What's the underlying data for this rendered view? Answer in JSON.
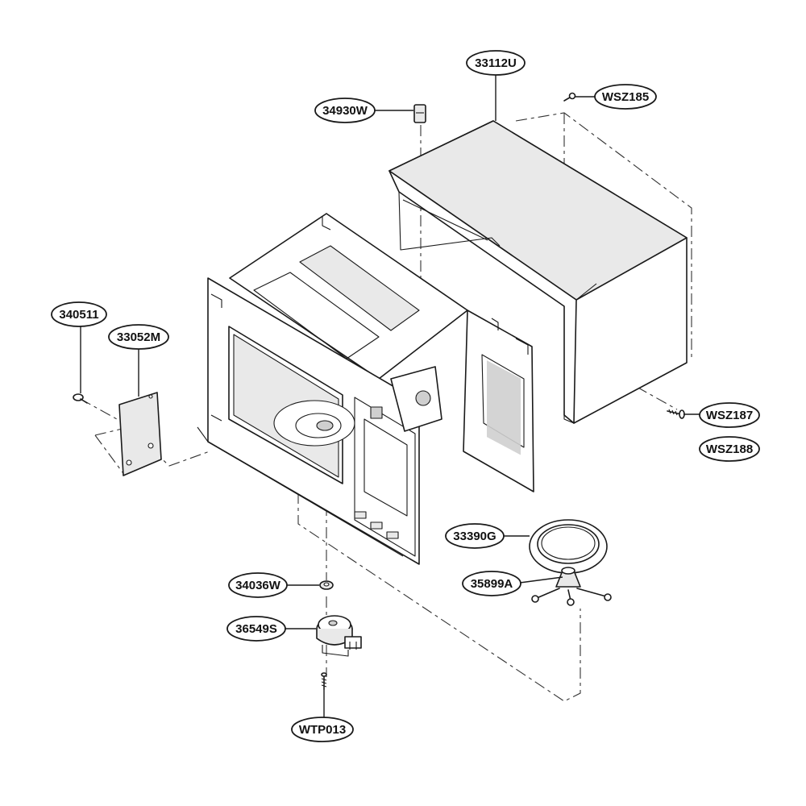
{
  "callouts": [
    {
      "id": "outer-case",
      "label": "33112U"
    },
    {
      "id": "screw-top",
      "label": "WSZ185"
    },
    {
      "id": "switch",
      "label": "34930W"
    },
    {
      "id": "screw-side",
      "label": "340511"
    },
    {
      "id": "cover-plate",
      "label": "33052M"
    },
    {
      "id": "screw-rear-a",
      "label": "WSZ187"
    },
    {
      "id": "screw-rear-b",
      "label": "WSZ188"
    },
    {
      "id": "glass-tray",
      "label": "33390G"
    },
    {
      "id": "roller-guide",
      "label": "35899A"
    },
    {
      "id": "coupler",
      "label": "34036W"
    },
    {
      "id": "motor",
      "label": "36549S"
    },
    {
      "id": "screw-bottom",
      "label": "WTP013"
    }
  ]
}
